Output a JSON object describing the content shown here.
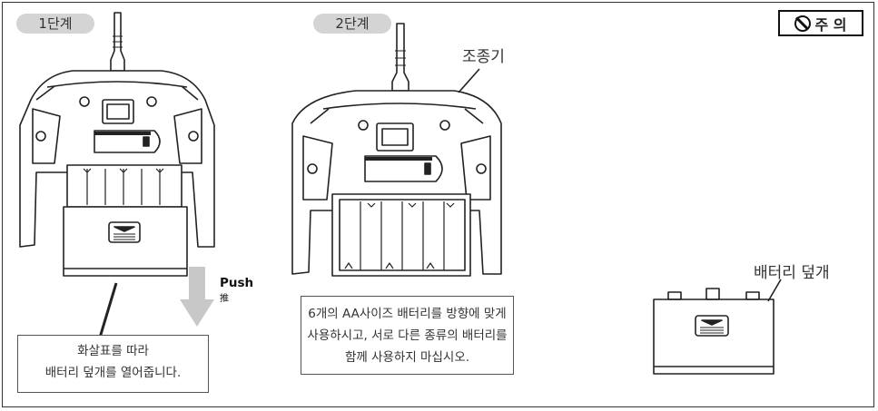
{
  "steps": {
    "step1": "1단계",
    "step2": "2단계"
  },
  "caution": {
    "label": "주 의",
    "icon": "prohibition-icon"
  },
  "labels": {
    "controller": "조종기",
    "battery_cover": "배터리 덮개"
  },
  "push": {
    "label": "Push",
    "sub": "推"
  },
  "instructions": {
    "step1_line1": "화살표를 따라",
    "step1_line2": "배터리 덮개를 열어줍니다.",
    "step2_line1": "6개의 AA사이즈 배터리를 방향에 맞게",
    "step2_line2": "사용하시고, 서로 다른 종류의 배터리를",
    "step2_line3": "함께 사용하지 마십시오."
  },
  "colors": {
    "pill": "#d4d4d4",
    "line": "#222222",
    "arrow": "#c8c8c8"
  }
}
